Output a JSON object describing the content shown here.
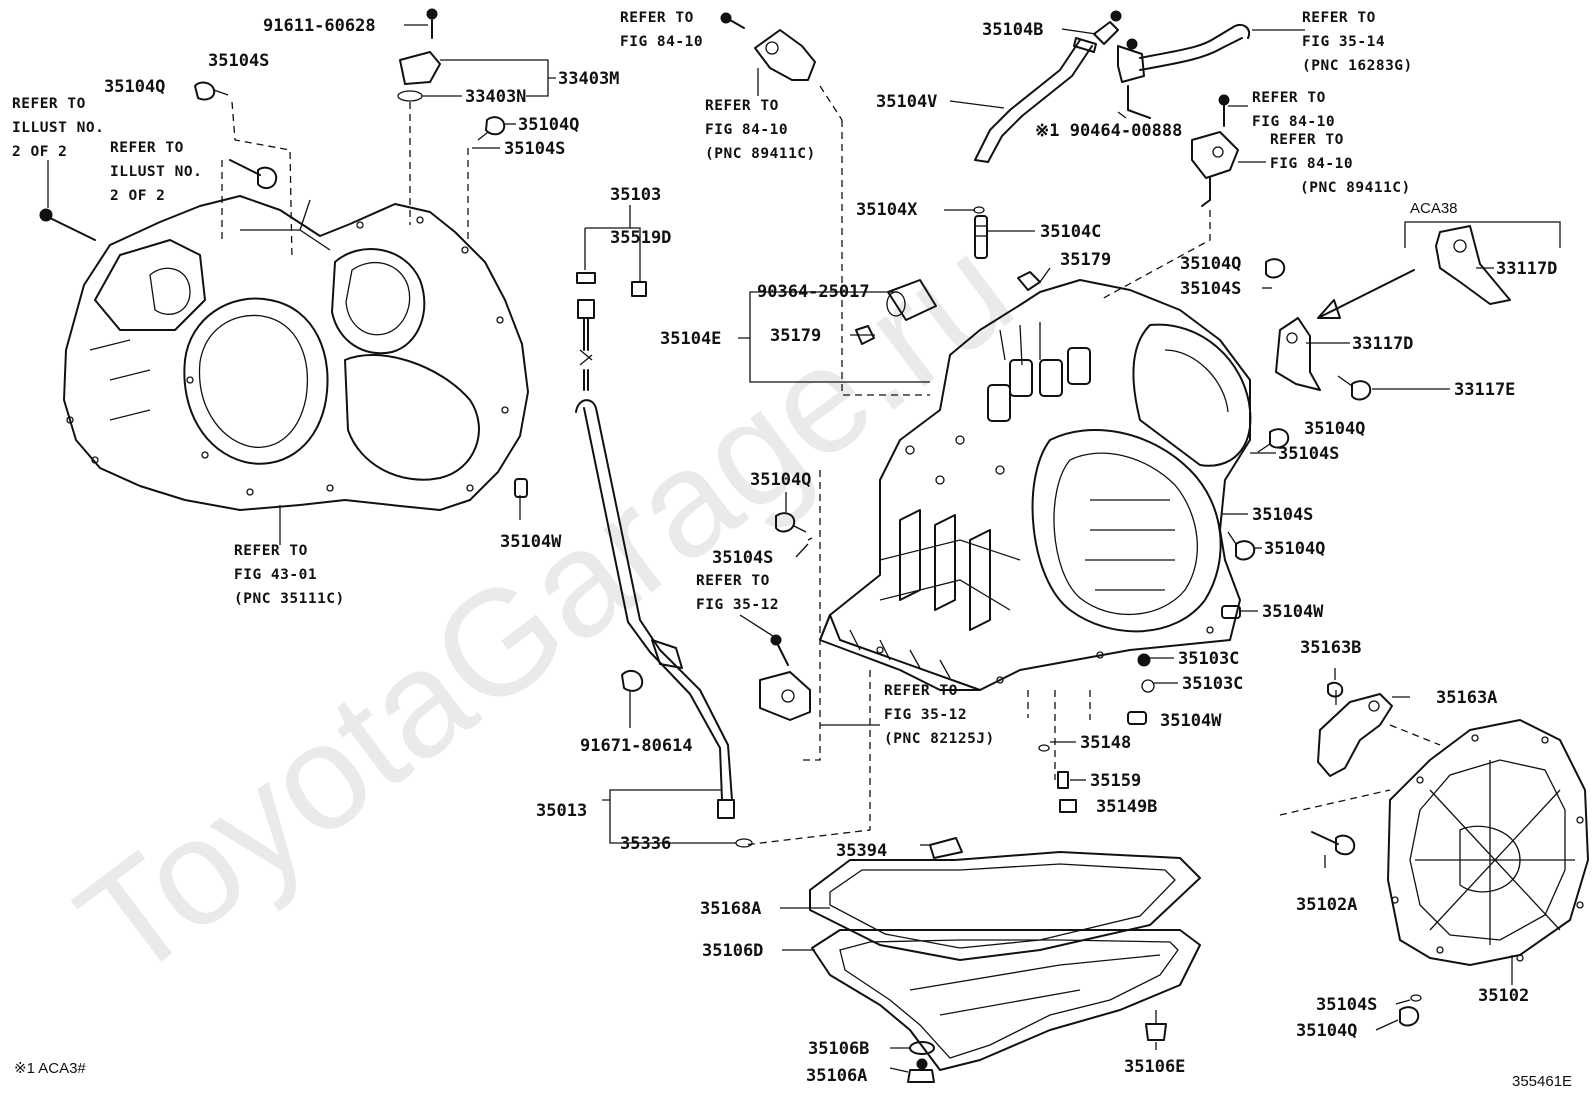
{
  "watermark": "ToyotaGarage.ru",
  "footnote": "※1 ACA3#",
  "illustration_id": "355461E",
  "callouts": {
    "p91611": "91611-60628",
    "p35104s_a": "35104S",
    "p35104q_a": "35104Q",
    "p33403m": "33403M",
    "p33403n": "33403N",
    "p35104q_b": "35104Q",
    "p35104s_b": "35104S",
    "p35104w_a": "35104W",
    "p35103": "35103",
    "p35519d": "35519D",
    "p91671": "91671-80614",
    "p35013": "35013",
    "p35336": "35336",
    "p35104q_c": "35104Q",
    "p35104s_c": "35104S",
    "p35104b": "35104B",
    "p35104v": "35104V",
    "p90464": "※1 90464-00888",
    "p35104x": "35104X",
    "p35104c": "35104C",
    "p35179_a": "35179",
    "p90364": "90364-25017",
    "p35104e": "35104E",
    "p35179_b": "35179",
    "p35104q_d": "35104Q",
    "p35104s_d": "35104S",
    "aca38": "ACA38",
    "p33117d_a": "33117D",
    "p33117d_b": "33117D",
    "p33117e": "33117E",
    "p35104q_e": "35104Q",
    "p35104s_e": "35104S",
    "p35104s_f": "35104S",
    "p35104q_f": "35104Q",
    "p35104w_b": "35104W",
    "p35103c_a": "35103C",
    "p35103c_b": "35103C",
    "p35104w_c": "35104W",
    "p35148": "35148",
    "p35159": "35159",
    "p35149b": "35149B",
    "p35163b": "35163B",
    "p35163a": "35163A",
    "p35102a": "35102A",
    "p35102": "35102",
    "p35104s_g": "35104S",
    "p35104q_g": "35104Q",
    "p35394": "35394",
    "p35168a": "35168A",
    "p35106d": "35106D",
    "p35106b": "35106B",
    "p35106a": "35106A",
    "p35106e": "35106E"
  },
  "refer_notes": {
    "illust_a": [
      "REFER TO",
      "ILLUST NO.",
      "2 OF 2"
    ],
    "illust_b": [
      "REFER TO",
      "ILLUST NO.",
      "2 OF 2"
    ],
    "fig4301": [
      "REFER TO",
      "FIG 43-01",
      "(PNC 35111C)"
    ],
    "fig8410_top": [
      "REFER TO",
      "FIG 84-10"
    ],
    "fig8410_pnc": [
      "REFER TO",
      "FIG 84-10",
      "(PNC 89411C)"
    ],
    "fig3514": [
      "REFER TO",
      "FIG 35-14",
      "(PNC 16283G)"
    ],
    "fig8410_right1": [
      "REFER TO",
      "FIG 84-10"
    ],
    "fig8410_right2": [
      "REFER TO",
      "FIG 84-10",
      "(PNC 89411C)"
    ],
    "fig3512_a": [
      "REFER TO",
      "FIG 35-12"
    ],
    "fig3512_b": [
      "REFER TO",
      "FIG 35-12",
      "(PNC 82125J)"
    ]
  }
}
